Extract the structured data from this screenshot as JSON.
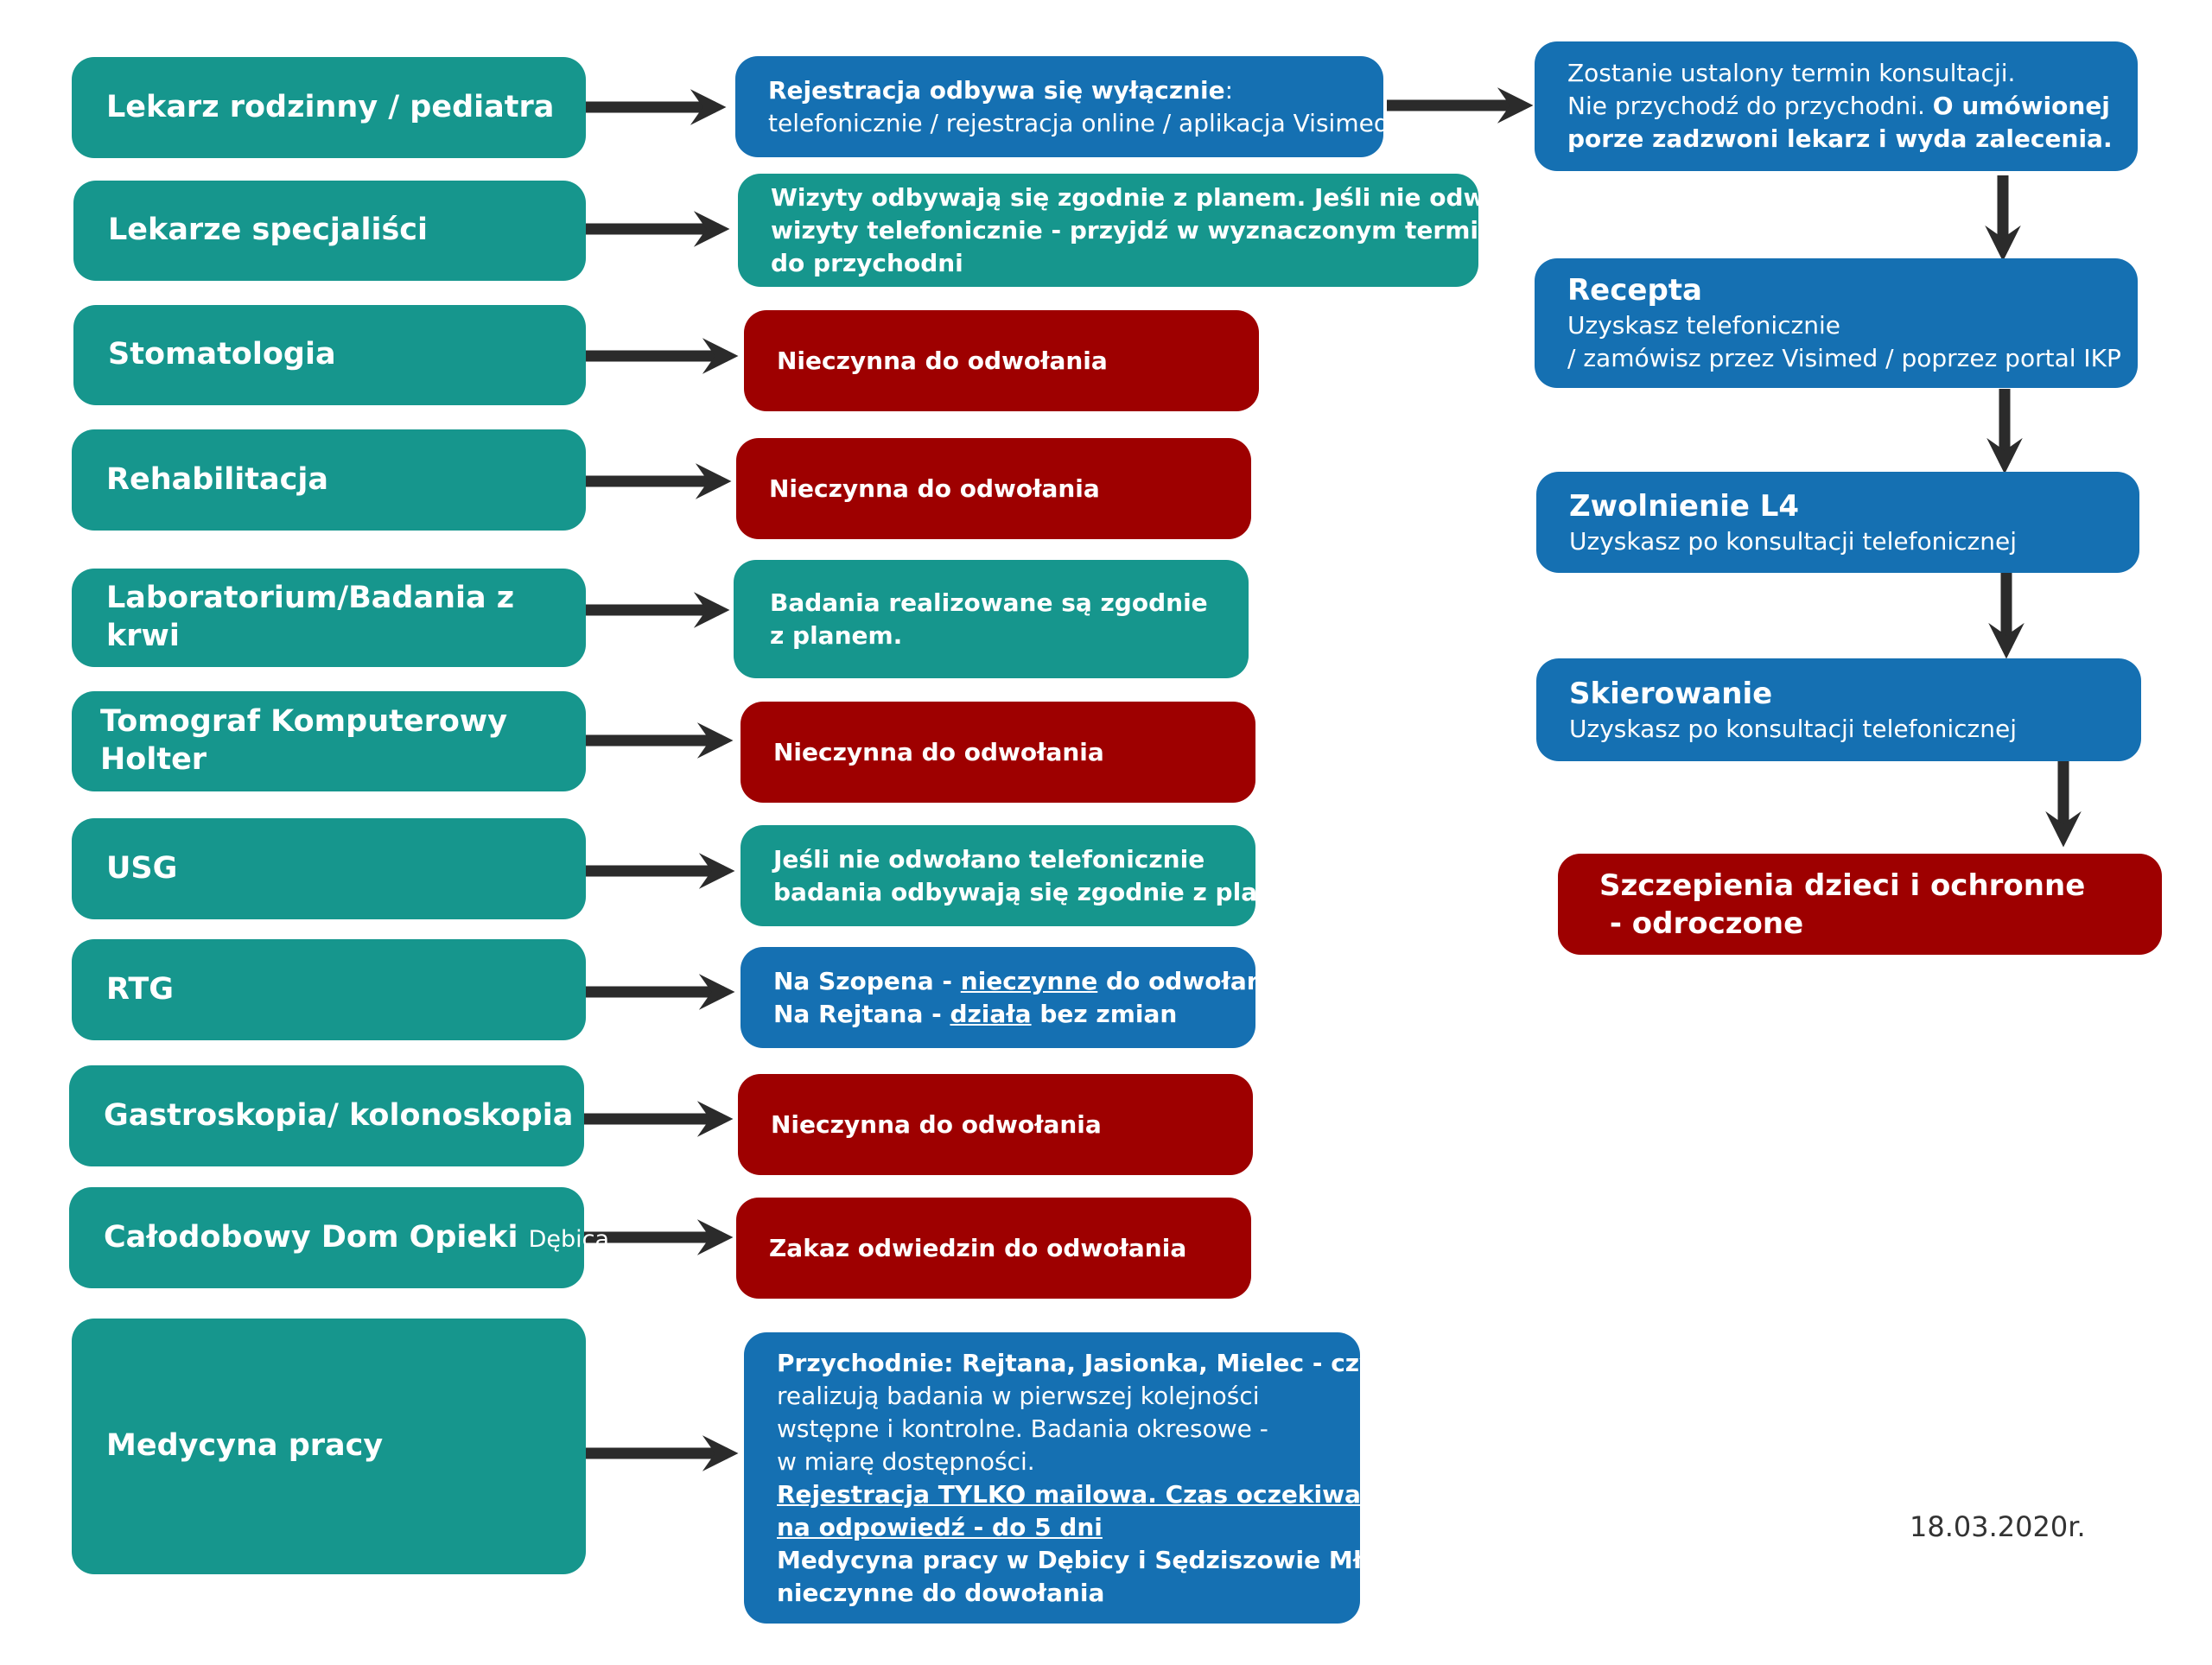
{
  "left": [
    {
      "label": "Lekarz rodzinny / pediatra"
    },
    {
      "label": "Lekarze specjaliści"
    },
    {
      "label": "Stomatologia"
    },
    {
      "label": "Rehabilitacja"
    },
    {
      "label": "Laboratorium/Badania z krwi"
    },
    {
      "label": "Tomograf Komputerowy",
      "label2": "Holter"
    },
    {
      "label": "USG"
    },
    {
      "label": "RTG"
    },
    {
      "label": "Gastroskopia/ kolonoskopia"
    },
    {
      "label": "Całodobowy Dom Opieki",
      "sub": "Dębica"
    },
    {
      "label": "Medycyna pracy"
    }
  ],
  "middle": {
    "lekarz": {
      "l1": "Rejestracja odbywa się wyłącznie",
      "l1b": ":",
      "l2": "telefonicznie / rejestracja online / aplikacja Visimed"
    },
    "specjalisci": {
      "l1": "Wizyty odbywają się zgodnie z planem. Jeśli nie odwołano",
      "l2": "wizyty telefonicznie - przyjdź w wyznaczonym terminie",
      "l3": "do przychodni"
    },
    "stomatologia": "Nieczynna do odwołania",
    "rehabilitacja": "Nieczynna do odwołania",
    "laboratorium": {
      "l1": "Badania realizowane są zgodnie",
      "l2": "z planem."
    },
    "tomograf": "Nieczynna do odwołania",
    "usg": {
      "l1": "Jeśli nie odwołano telefonicznie",
      "l2": "badania odbywają się zgodnie z planem"
    },
    "rtg": {
      "l1a": "Na Szopena - ",
      "l1u": "nieczynne",
      "l1b": " do odwołania",
      "l2a": "Na Rejtana - ",
      "l2u": "działa",
      "l2b": " bez zmian"
    },
    "gastro": "Nieczynna do odwołania",
    "dom_opieki": "Zakaz odwiedzin do odwołania",
    "medycyna": {
      "l1a": "Przychodnie",
      "l1b": ": Rejtana, Jasionka, Mielec - czynne",
      "l2": "realizują badania w pierwszej kolejności",
      "l3": "wstępne i kontrolne. Badania okresowe -",
      "l4": "w miarę dostępności.",
      "l5": "Rejestracja TYLKO mailowa. Czas oczekiwania",
      "l6": "na odpowiedź - do 5 dni",
      "l7": "Medycyna pracy w Dębicy i Sędziszowie Młp. -",
      "l8": "nieczynne do dowołania"
    }
  },
  "right": {
    "konsultacja": {
      "l1": "Zostanie ustalony termin konsultacji.",
      "l2a": "Nie przychodź do przychodni. ",
      "l2b": "O umówionej",
      "l3": "porze zadzwoni lekarz i wyda zalecenia."
    },
    "recepta": {
      "title": "Recepta",
      "l1": "Uzyskasz telefonicznie",
      "l2": "/ zamówisz przez Visimed / poprzez portal IKP"
    },
    "zwolnienie": {
      "title": "Zwolnienie L4",
      "l1": "Uzyskasz po konsultacji telefonicznej"
    },
    "skierowanie": {
      "title": "Skierowanie",
      "l1": "Uzyskasz po konsultacji telefonicznej"
    },
    "szczepienia": {
      "l1": "Szczepienia dzieci i ochronne",
      "l2": " - odroczone"
    }
  },
  "date": "18.03.2020r.",
  "colors": {
    "teal": "#16968d",
    "blue": "#1570b2",
    "red": "#9e0000",
    "arrow": "#2b2b2b"
  }
}
